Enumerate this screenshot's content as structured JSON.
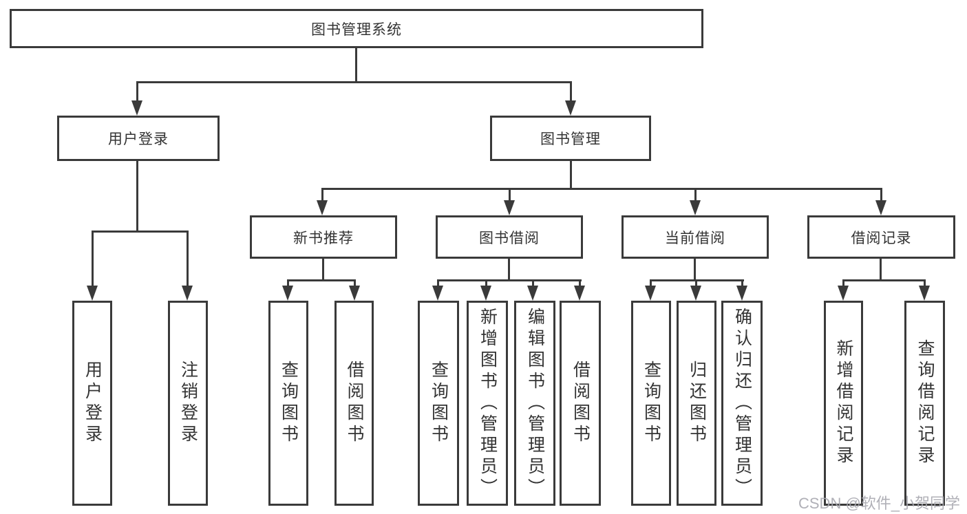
{
  "diagram": {
    "tree": {
      "root": {
        "label": "图书管理系统"
      },
      "branches": [
        {
          "label": "用户登录",
          "children": [
            {
              "label": "用户登录"
            },
            {
              "label": "注销登录"
            }
          ]
        },
        {
          "label": "图书管理",
          "children": [
            {
              "label": "新书推荐",
              "children": [
                {
                  "label": "查询图书"
                },
                {
                  "label": "借阅图书"
                }
              ]
            },
            {
              "label": "图书借阅",
              "children": [
                {
                  "label": "查询图书"
                },
                {
                  "label": "新增图书（管理员）"
                },
                {
                  "label": "编辑图书（管理员）"
                },
                {
                  "label": "借阅图书"
                }
              ]
            },
            {
              "label": "当前借阅",
              "children": [
                {
                  "label": "查询图书"
                },
                {
                  "label": "归还图书"
                },
                {
                  "label": "确认归还（管理员）"
                }
              ]
            },
            {
              "label": "借阅记录",
              "children": [
                {
                  "label": "新增借阅记录"
                },
                {
                  "label": "查询借阅记录"
                }
              ]
            }
          ]
        }
      ]
    },
    "colors": {
      "line": "#3a3a3a",
      "text": "#333333",
      "background": "#ffffff",
      "watermark": "#a8a8b0"
    }
  },
  "watermark": {
    "text": "CSDN @软件_小贺同学"
  }
}
